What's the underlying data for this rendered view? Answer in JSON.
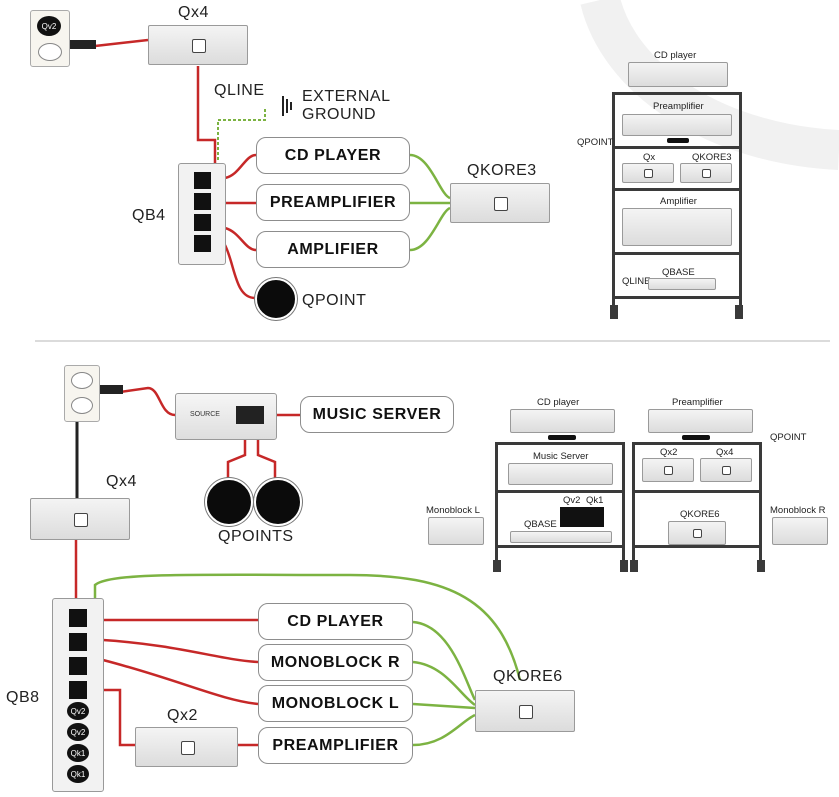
{
  "top": {
    "qx4_label": "Qx4",
    "qline_label": "QLINE",
    "external_ground_line1": "EXTERNAL",
    "external_ground_line2": "GROUND",
    "qb4_label": "QB4",
    "qkore3_label": "QKORE3",
    "qpoint_label": "QPOINT",
    "outlet_badge": "Qv2",
    "pills": [
      "CD PLAYER",
      "PREAMPLIFIER",
      "AMPLIFIER"
    ],
    "rack": {
      "cd_player": "CD player",
      "preamplifier": "Preamplifier",
      "qpoint": "QPOINT",
      "qx": "Qx",
      "qkore3": "QKORE3",
      "amplifier": "Amplifier",
      "qline": "QLINE",
      "qbase": "QBASE"
    }
  },
  "bottom": {
    "music_server": "MUSIC SERVER",
    "qpoints_label": "QPOINTS",
    "qx4_label": "Qx4",
    "qb8_label": "QB8",
    "qx2_label": "Qx2",
    "qkore6_label": "QKORE6",
    "qb8_ports": [
      "Qv2",
      "Qv2",
      "Qk1",
      "Qk1"
    ],
    "source_badge": "SOURCE",
    "pills": [
      "CD PLAYER",
      "MONOBLOCK R",
      "MONOBLOCK L",
      "PREAMPLIFIER"
    ],
    "rack": {
      "cd_player": "CD player",
      "preamplifier": "Preamplifier",
      "qpoint": "QPOINT",
      "music_server": "Music Server",
      "qx2": "Qx2",
      "qx4": "Qx4",
      "qv2": "Qv2",
      "qk1": "Qk1",
      "qbase": "QBASE",
      "qkore6": "QKORE6",
      "monoblock_l": "Monoblock L",
      "monoblock_r": "Monoblock R"
    }
  },
  "colors": {
    "power_cable": "#c62828",
    "ground_cable": "#7cb342",
    "rack_frame": "#3a3a3a"
  }
}
